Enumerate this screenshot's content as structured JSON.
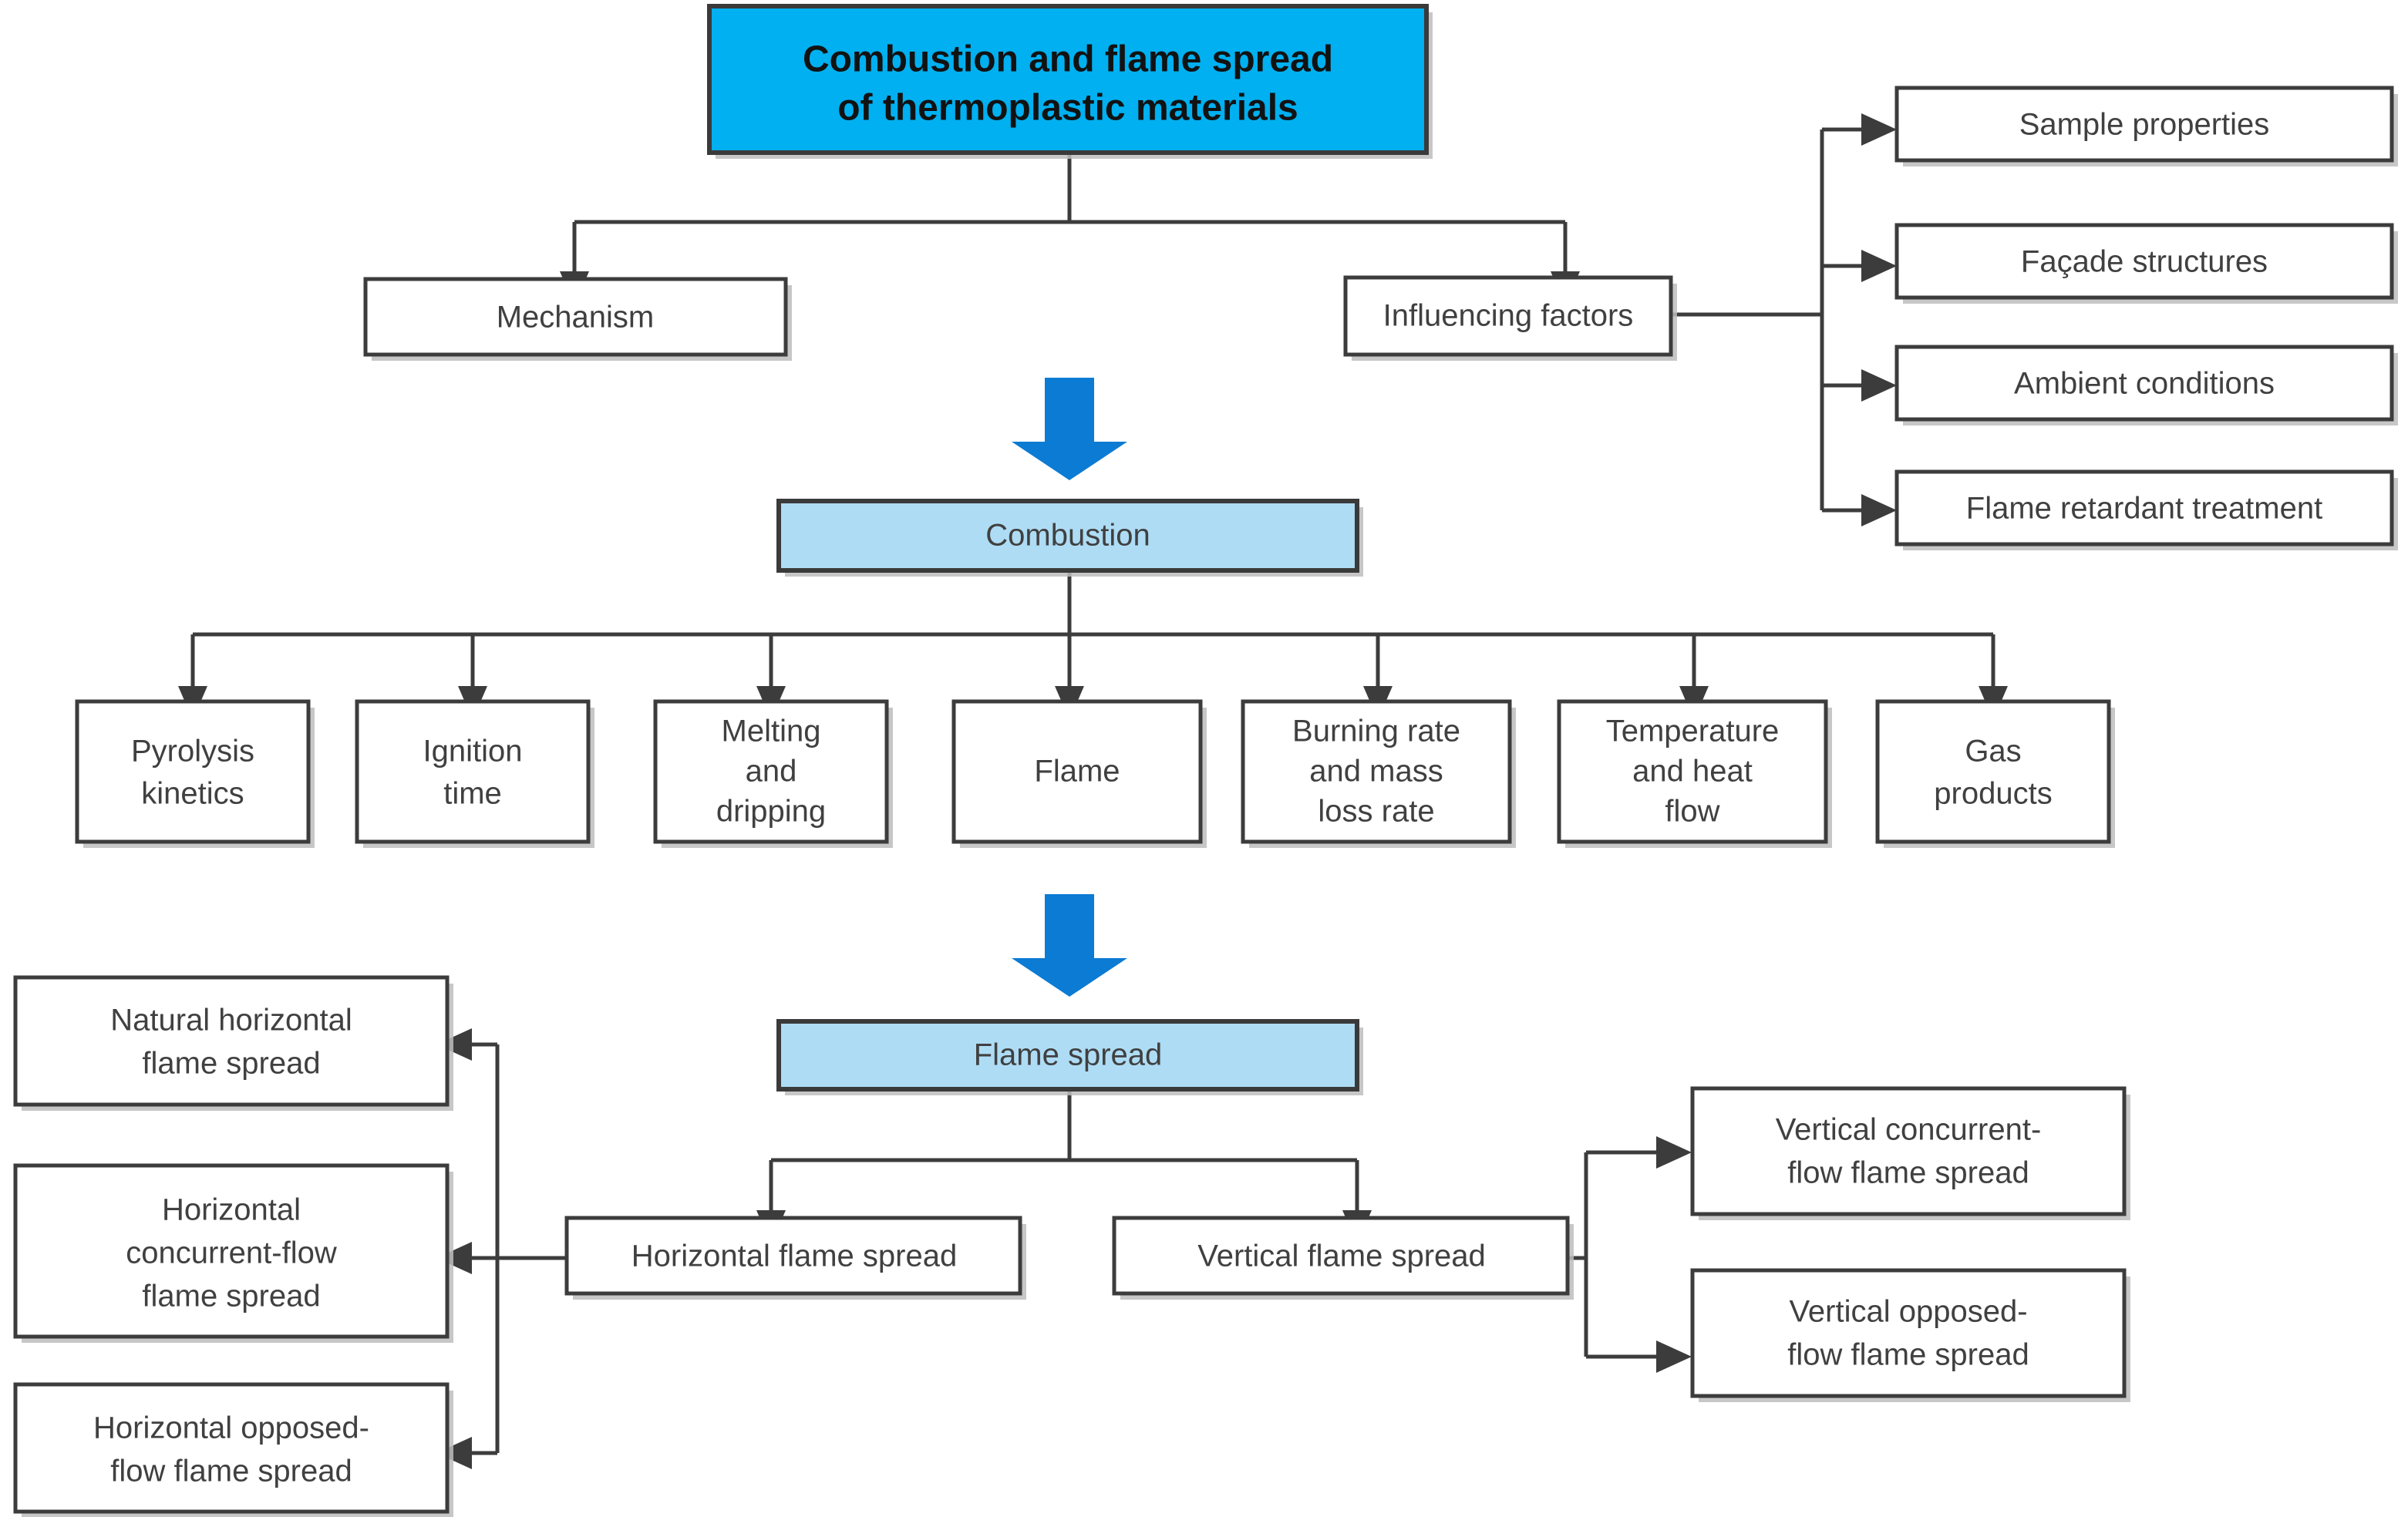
{
  "diagram": {
    "title_box": {
      "lines": [
        "Combustion and flame spread",
        "of thermoplastic materials"
      ],
      "fill": "#00b0f0"
    },
    "level1": [
      {
        "label": "Mechanism"
      },
      {
        "label": "Influencing factors"
      }
    ],
    "influencing_factors": [
      {
        "label": "Sample properties"
      },
      {
        "label": "Façade structures"
      },
      {
        "label": "Ambient conditions"
      },
      {
        "label": "Flame retardant treatment"
      }
    ],
    "stage_combustion": {
      "label": "Combustion",
      "fill": "#aedcf5"
    },
    "combustion_items": [
      {
        "lines": [
          "Pyrolysis",
          "kinetics"
        ]
      },
      {
        "lines": [
          "Ignition",
          "time"
        ]
      },
      {
        "lines": [
          "Melting",
          "and",
          "dripping"
        ]
      },
      {
        "lines": [
          "Flame"
        ]
      },
      {
        "lines": [
          "Burning rate",
          "and mass",
          "loss rate"
        ]
      },
      {
        "lines": [
          "Temperature",
          "and heat",
          "flow"
        ]
      },
      {
        "lines": [
          "Gas",
          "products"
        ]
      }
    ],
    "stage_flame_spread": {
      "label": "Flame spread",
      "fill": "#aedcf5"
    },
    "flame_spread_branches": [
      {
        "label": "Horizontal flame spread"
      },
      {
        "label": "Vertical flame spread"
      }
    ],
    "horizontal_children": [
      {
        "lines": [
          "Natural horizontal",
          "flame spread"
        ]
      },
      {
        "lines": [
          "Horizontal",
          "concurrent-flow",
          "flame spread"
        ]
      },
      {
        "lines": [
          "Horizontal opposed-",
          "flow flame spread"
        ]
      }
    ],
    "vertical_children": [
      {
        "lines": [
          "Vertical concurrent-",
          "flow flame spread"
        ]
      },
      {
        "lines": [
          "Vertical opposed-",
          "flow flame spread"
        ]
      }
    ],
    "stage_arrows": [
      {
        "name": "arrow-combustion",
        "color": "#0b7bd4"
      },
      {
        "name": "arrow-flame-spread",
        "color": "#0b7bd4"
      }
    ]
  }
}
